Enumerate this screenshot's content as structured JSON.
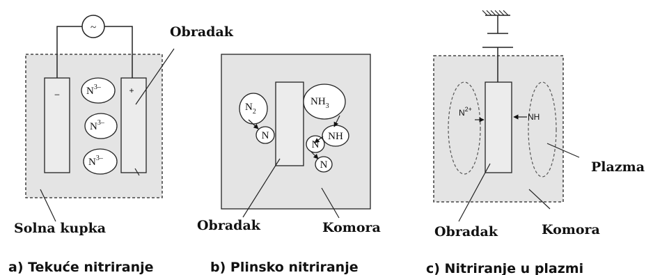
{
  "panel_a": {
    "ac_symbol": "~",
    "left_electrode_sign": "–",
    "right_electrode_sign": "+",
    "ion_base": "N",
    "ion_charge": "3–",
    "workpiece_label": "Obradak",
    "bath_label": "Solna kupka",
    "caption": "a) Tekuće nitriranje"
  },
  "panel_b": {
    "n2_base": "N",
    "n2_sub": "2",
    "nh3_base": "NH",
    "nh3_sub": "3",
    "nh_label": "NH",
    "n_label": "N",
    "workpiece_label": "Obradak",
    "chamber_label": "Komora",
    "caption": "b) Plinsko nitriranje"
  },
  "panel_c": {
    "n_ion_base": "N",
    "n_ion_charge": "2+",
    "nh_label": "NH",
    "plasma_label": "Plazma",
    "workpiece_label": "Obradak",
    "chamber_label": "Komora",
    "caption": "c) Nitriranje u plazmi"
  }
}
